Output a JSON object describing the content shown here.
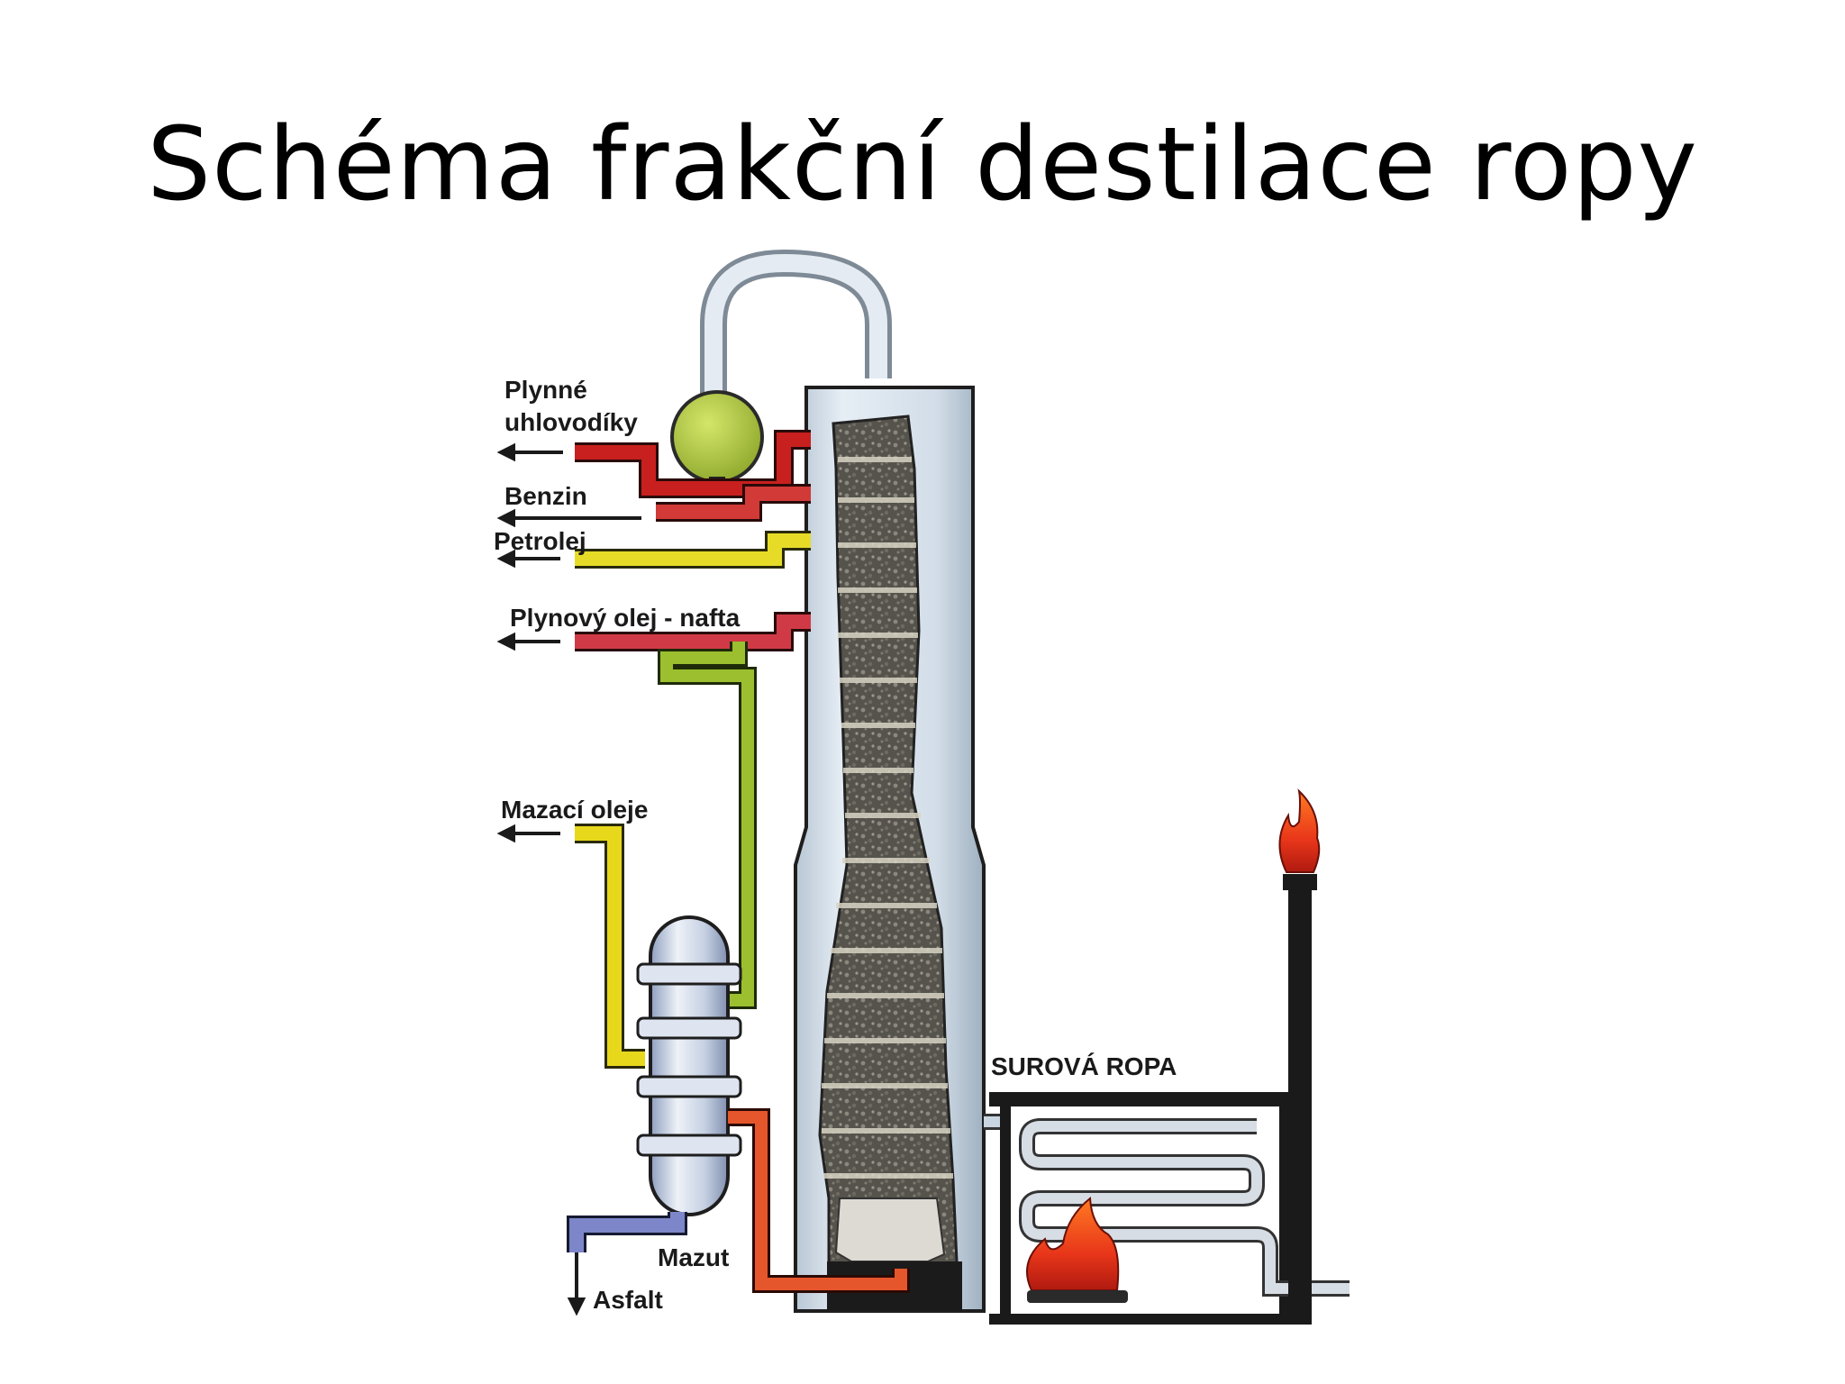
{
  "title": "Schéma frakční destilace ropy",
  "labels": {
    "plynne": "Plynné",
    "uhlovodiky": "uhlovodíky",
    "benzin": "Benzin",
    "petrolej": "Petrolej",
    "plynovy_olej": "Plynový olej - nafta",
    "mazaci_oleje": "Mazací oleje",
    "mazut": "Mazut",
    "asfalt": "Asfalt",
    "surova_ropa": "SUROVÁ ROPA"
  },
  "colors": {
    "gas_pipe": "#c8201e",
    "benzin_pipe": "#d13a36",
    "petrolej_pipe": "#e6dc28",
    "diesel_pipe": "#d03a46",
    "lube_pipe": "#e8d81c",
    "green_pipe": "#9bbf2e",
    "mazut_pipe": "#e5562c",
    "asfalt_pipe": "#7c86c8",
    "column_shell": "#c9d6e2",
    "column_inner": "#4a4a44",
    "furnace_frame": "#1a1a1a",
    "flame": "#e9421a",
    "separator_ball": "#a9c43a"
  }
}
